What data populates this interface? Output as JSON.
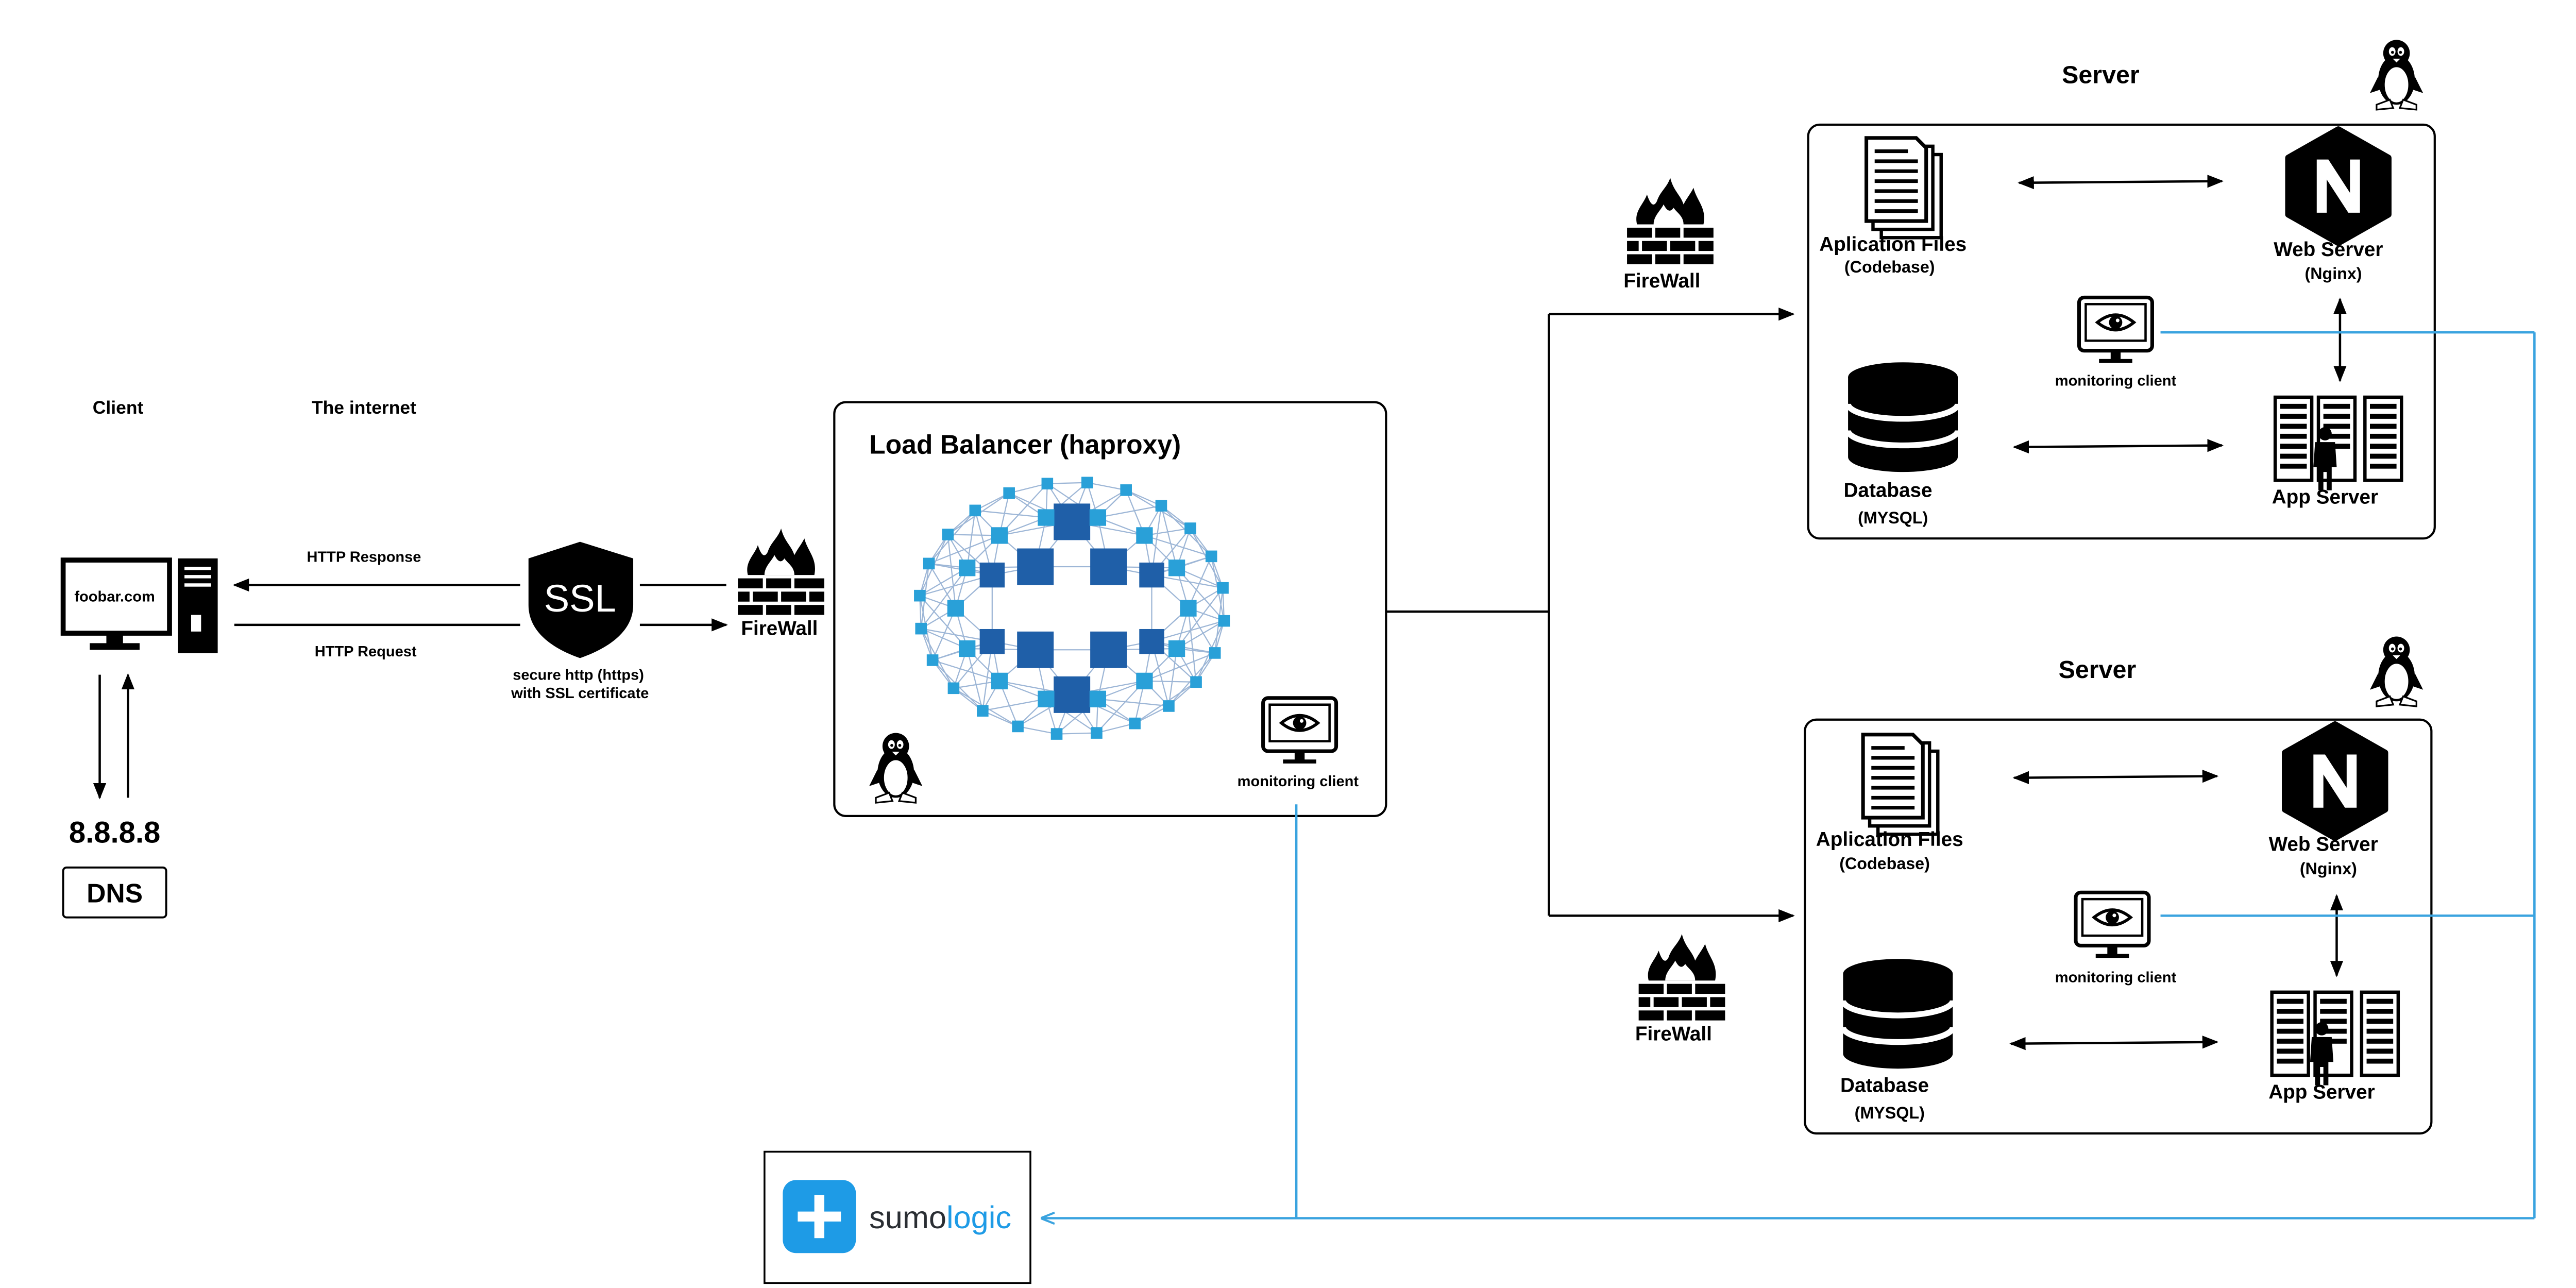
{
  "client": {
    "heading": "Client",
    "screen_text": "foobar.com",
    "dns_ip": "8.8.8.8",
    "dns_label": "DNS"
  },
  "internet": {
    "heading": "The internet",
    "response_label": "HTTP Response",
    "request_label": "HTTP Request"
  },
  "ssl": {
    "badge_text": "SSL",
    "caption_line1": "secure http (https)",
    "caption_line2": "with SSL certificate"
  },
  "firewall_label": "FireWall",
  "load_balancer": {
    "title": "Load Balancer (haproxy)",
    "monitoring_label": "monitoring client"
  },
  "servers": [
    {
      "title": "Server",
      "files_label": "Aplication Files",
      "files_sub": "(Codebase)",
      "web_label": "Web Server",
      "web_sub": "(Nginx)",
      "monitoring_label": "monitoring client",
      "db_label": "Database",
      "db_sub": "(MYSQL)",
      "app_label": "App Server"
    },
    {
      "title": "Server",
      "files_label": "Aplication Files",
      "files_sub": "(Codebase)",
      "web_label": "Web Server",
      "web_sub": "(Nginx)",
      "monitoring_label": "monitoring client",
      "db_label": "Database",
      "db_sub": "(MYSQL)",
      "app_label": "App Server"
    }
  ],
  "sumologic": {
    "brand_part1": "sumo",
    "brand_part2": "logic"
  },
  "colors": {
    "monitor_link": "#3aa3df",
    "sumo_blue": "#1e9be6",
    "lb_square_dark": "#1f5fa8",
    "lb_square_light": "#29a0d8",
    "lb_line": "#9db6d6"
  }
}
